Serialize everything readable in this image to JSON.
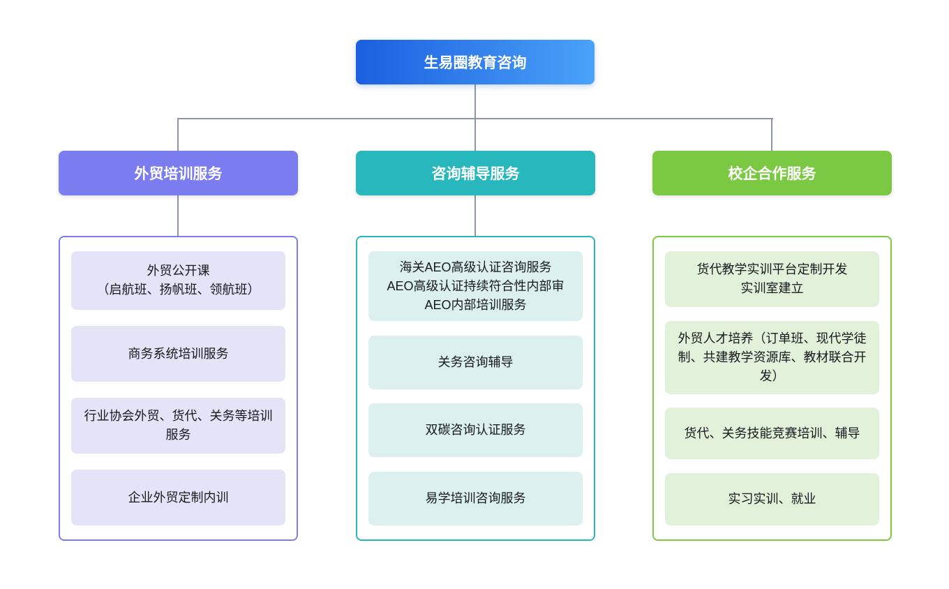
{
  "diagram": {
    "root": {
      "title": "生易圈教育咨询",
      "grad_start": "#1b5fe0",
      "grad_end": "#4aa2f8"
    },
    "branches": [
      {
        "title": "外贸培训服务",
        "color": "#7a7cf0",
        "item_bg": "#e4e3f8",
        "items": [
          "外贸公开课\n（启航班、扬帆班、领航班）",
          "商务系统培训服务",
          "行业协会外贸、货代、关务等培训服务",
          "企业外贸定制内训"
        ]
      },
      {
        "title": "咨询辅导服务",
        "color": "#28b7bc",
        "item_bg": "#ddf0f0",
        "items": [
          "海关AEO高级认证咨询服务\nAEO高级认证持续符合性内部审\nAEO内部培训服务",
          "关务咨询辅导",
          "双碳咨询认证服务",
          "易学培训咨询服务"
        ]
      },
      {
        "title": "校企合作服务",
        "color": "#7bc943",
        "item_bg": "#e1f1da",
        "items": [
          "货代教学实训平台定制开发\n实训室建立",
          "外贸人才培养（订单班、现代学徒制、共建教学资源库、教材联合开发）",
          "货代、关务技能竞赛培训、辅导",
          "实习实训、就业"
        ]
      }
    ]
  },
  "palette": {
    "background": "#ffffff",
    "connector_line": "#8d96a2",
    "root_gradient_start": "#1b5fe0",
    "root_gradient_end": "#4aa2f8",
    "branch_purple": "#7a7cf0",
    "branch_teal": "#28b7bc",
    "branch_green": "#7bc943",
    "item_bg_purple": "#e4e3f8",
    "item_bg_teal": "#ddf0f0",
    "item_bg_green": "#e1f1da",
    "item_text": "#17191c",
    "node_text": "#ffffff"
  }
}
